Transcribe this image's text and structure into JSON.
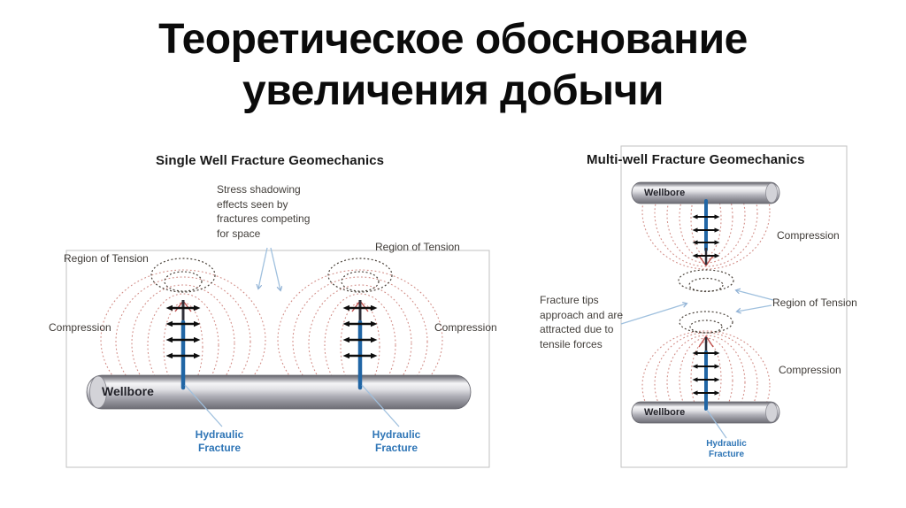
{
  "slide": {
    "title": "Теоретическое обоснование\nувеличения добычи"
  },
  "left_diagram": {
    "title": "Single Well Fracture Geomechanics",
    "stress_note": "Stress shadowing\neffects seen by\nfractures competing\nfor space",
    "region_of_tension_left": "Region of Tension",
    "region_of_tension_right": "Region of Tension",
    "compression_left": "Compression",
    "compression_right": "Compression",
    "wellbore_label": "Wellbore",
    "hydraulic_fracture_1": "Hydraulic\nFracture",
    "hydraulic_fracture_2": "Hydraulic\nFracture"
  },
  "right_diagram": {
    "title": "Multi-well Fracture Geomechanics",
    "wellbore_top_label": "Wellbore",
    "wellbore_bottom_label": "Wellbore",
    "compression_top": "Compression",
    "compression_bottom": "Compression",
    "region_of_tension": "Region of Tension",
    "fracture_tips_note": "Fracture tips\napproach and are\nattracted due to\ntensile forces",
    "hydraulic_fracture": "Hydraulic\nFracture"
  },
  "colors": {
    "title_text": "#0b0b0b",
    "annotation_text": "#44403c",
    "hydraulic_blue": "#2e75b6",
    "fracture_blue": "#2166a5",
    "leader_blue": "#9fc0de",
    "compression_red": "#c9736d",
    "tension_dashed_dark": "#4a423a",
    "wellbore_gray": "#b0b0b8",
    "box_border": "#c2c2c2"
  }
}
